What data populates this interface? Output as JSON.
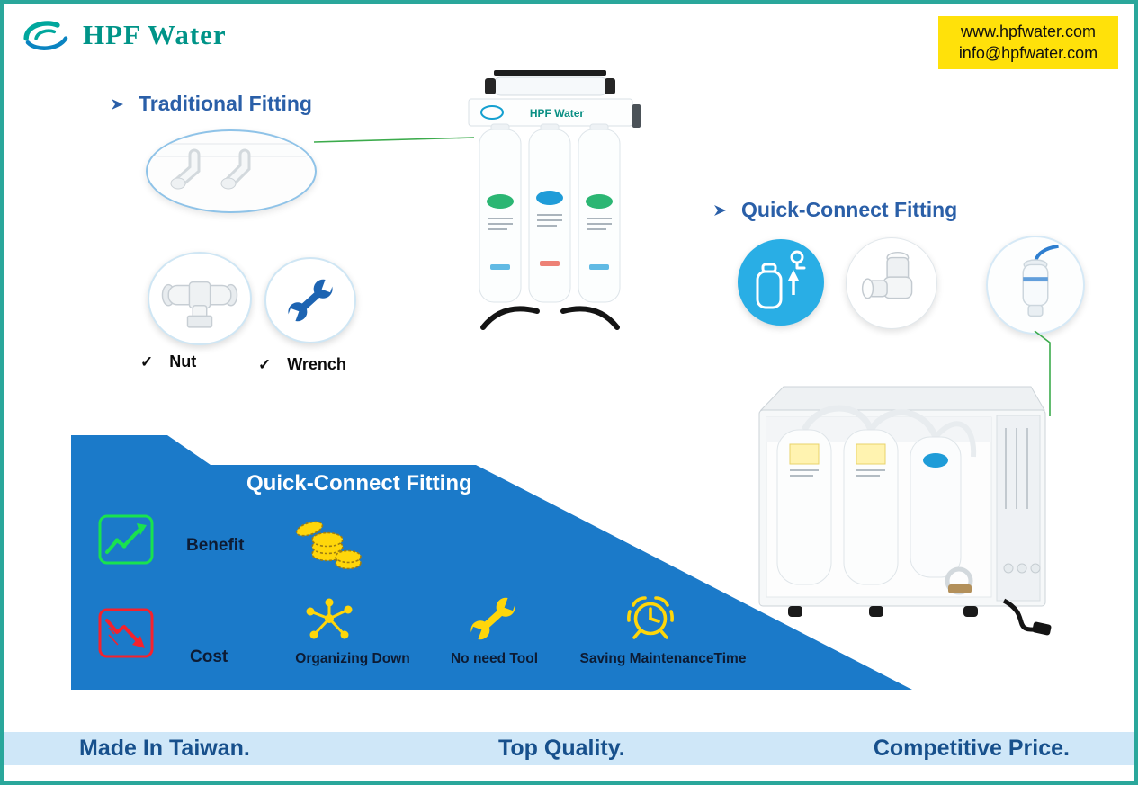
{
  "colors": {
    "page_border": "#2aa79b",
    "logo_teal": "#009488",
    "heading_blue": "#2a5fa8",
    "contact_yellow": "#ffe10a",
    "banner_blue": "#1b7ac9",
    "footer_bg": "#cfe7f8",
    "footer_text": "#17508c",
    "icon_green": "#19e24f",
    "icon_red": "#f5222d",
    "icon_yellow": "#ffd60a",
    "swap_circle_blue": "#29aee5"
  },
  "header": {
    "logo_text": "HPF Water",
    "website": "www.hpfwater.com",
    "email": "info@hpfwater.com"
  },
  "sections": {
    "traditional": {
      "heading": "Traditional Fitting",
      "check_nut": "✓",
      "nut_label": "Nut",
      "check_wrench": "✓",
      "wrench_label": "Wrench"
    },
    "quick_connect": {
      "heading": "Quick-Connect Fitting"
    }
  },
  "product": {
    "logo_text": "HPF Water"
  },
  "banner": {
    "title": "Quick-Connect Fitting",
    "benefit_label": "Benefit",
    "cost_label": "Cost",
    "features": [
      {
        "label": "Organizing Down"
      },
      {
        "label": "No need Tool"
      },
      {
        "label": "Saving MaintenanceTime"
      }
    ]
  },
  "footer": {
    "made_in": "Made In Taiwan.",
    "quality": "Top Quality.",
    "price": "Competitive Price."
  }
}
